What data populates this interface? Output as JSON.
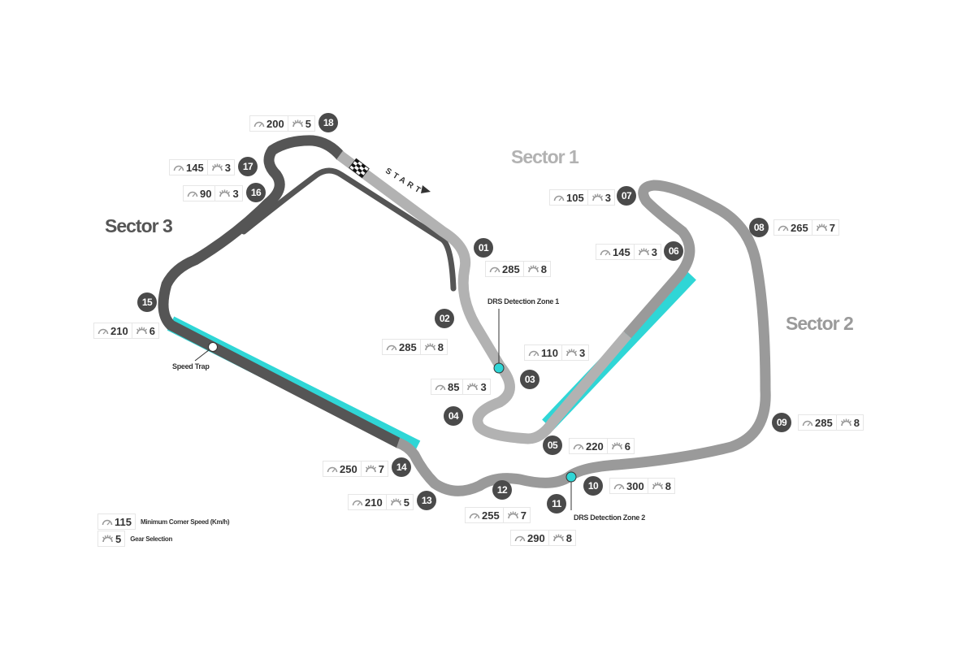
{
  "sectors": [
    {
      "label": "Sector 1",
      "color": "#b2b2b2"
    },
    {
      "label": "Sector 2",
      "color": "#9a9a9a"
    },
    {
      "label": "Sector 3",
      "color": "#555555"
    }
  ],
  "drs_color": "#2fd6d6",
  "start_label": "START",
  "annotations": {
    "drs_zone_1": "DRS Detection Zone 1",
    "drs_zone_2": "DRS Detection Zone 2",
    "speed_trap": "Speed Trap"
  },
  "corners": [
    {
      "number": "01",
      "speed": "285",
      "gear": "8"
    },
    {
      "number": "02",
      "speed": "285",
      "gear": "8"
    },
    {
      "number": "03",
      "speed": "110",
      "gear": "3"
    },
    {
      "number": "04",
      "speed": "85",
      "gear": "3"
    },
    {
      "number": "05",
      "speed": "220",
      "gear": "6"
    },
    {
      "number": "06",
      "speed": "145",
      "gear": "3"
    },
    {
      "number": "07",
      "speed": "105",
      "gear": "3"
    },
    {
      "number": "08",
      "speed": "265",
      "gear": "7"
    },
    {
      "number": "09",
      "speed": "285",
      "gear": "8"
    },
    {
      "number": "10",
      "speed": "300",
      "gear": "8"
    },
    {
      "number": "11",
      "speed": "290",
      "gear": "8"
    },
    {
      "number": "12",
      "speed": "255",
      "gear": "7"
    },
    {
      "number": "13",
      "speed": "210",
      "gear": "5"
    },
    {
      "number": "14",
      "speed": "250",
      "gear": "7"
    },
    {
      "number": "15",
      "speed": "210",
      "gear": "6"
    },
    {
      "number": "16",
      "speed": "90",
      "gear": "3"
    },
    {
      "number": "17",
      "speed": "145",
      "gear": "3"
    },
    {
      "number": "18",
      "speed": "200",
      "gear": "5"
    }
  ],
  "legend": {
    "speed_value": "115",
    "speed_label": "Minimum Corner Speed (Km/h)",
    "gear_value": "5",
    "gear_label": "Gear Selection"
  }
}
